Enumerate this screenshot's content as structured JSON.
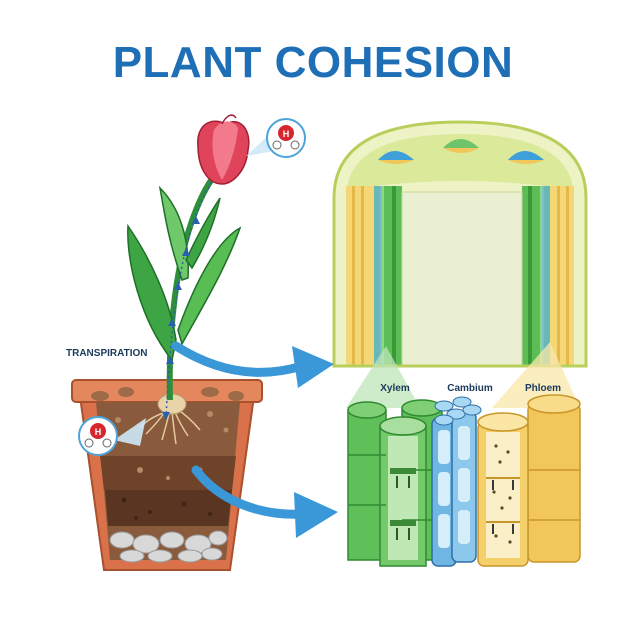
{
  "title": "PLANT COHESION",
  "labels": {
    "transpiration": "TRANSPIRATION",
    "xylem": "Xylem",
    "cambium": "Cambium",
    "phloem": "Phloem"
  },
  "molecule_letter": "H",
  "colors": {
    "title": "#1f6fb6",
    "arrow": "#3a98d8",
    "xylem": "#4fb34d",
    "cambium": "#6fb6e3",
    "phloem": "#f2c75a",
    "pot": "#d9724a",
    "soil": "#8a5a3c"
  }
}
